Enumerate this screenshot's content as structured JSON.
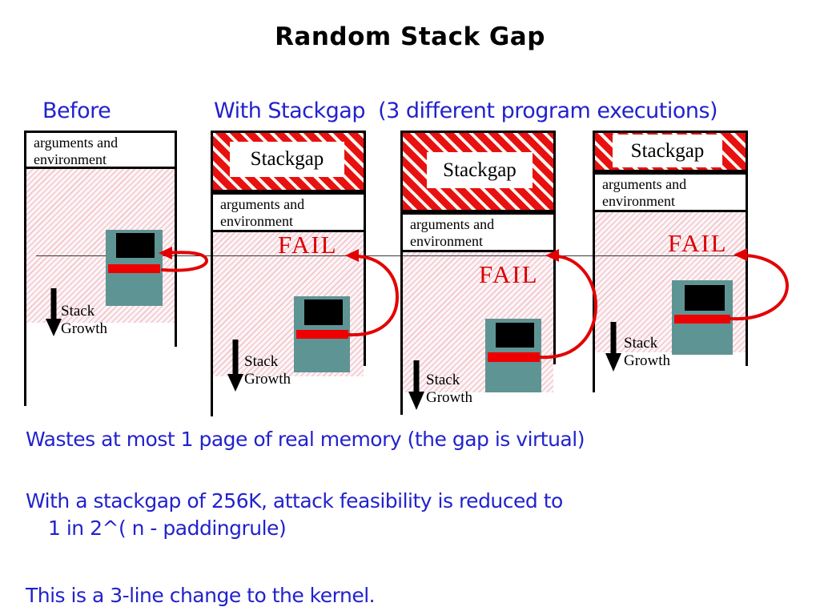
{
  "title": "Random Stack Gap",
  "header": {
    "before_label": "Before",
    "with_stackgap_label": "With Stackgap  (3 different program executions)"
  },
  "diagram": {
    "stackgap_label": "Stackgap",
    "args_env_line1": "arguments and",
    "args_env_line2": "environment",
    "fail_label": "FAIL",
    "stack_growth_line1": "Stack",
    "stack_growth_line2": "Growth",
    "columns": [
      {
        "name": "before",
        "has_stackgap": false,
        "shows_fail": false
      },
      {
        "name": "stackgap-execution-1",
        "has_stackgap": true,
        "shows_fail": true
      },
      {
        "name": "stackgap-execution-2",
        "has_stackgap": true,
        "shows_fail": true
      },
      {
        "name": "stackgap-execution-3",
        "has_stackgap": true,
        "shows_fail": true
      }
    ]
  },
  "notes": {
    "line1": "Wastes at most 1 page of real memory (the gap is virtual)",
    "line2a": "With a stackgap of 256K, attack feasibility is reduced to",
    "line2b": "1 in 2^( n - paddingrule)",
    "line3": "This is a 3-line change to the kernel."
  },
  "colors": {
    "heading_blue": "#2222cc",
    "fail_red": "#dd0000",
    "arrow_red": "#e30000",
    "stackgap_stripe_red": "#e81111",
    "stack_frame_teal": "#5f9494",
    "pink_hatch_line": "#f0c6ce",
    "title_black": "#000000"
  }
}
